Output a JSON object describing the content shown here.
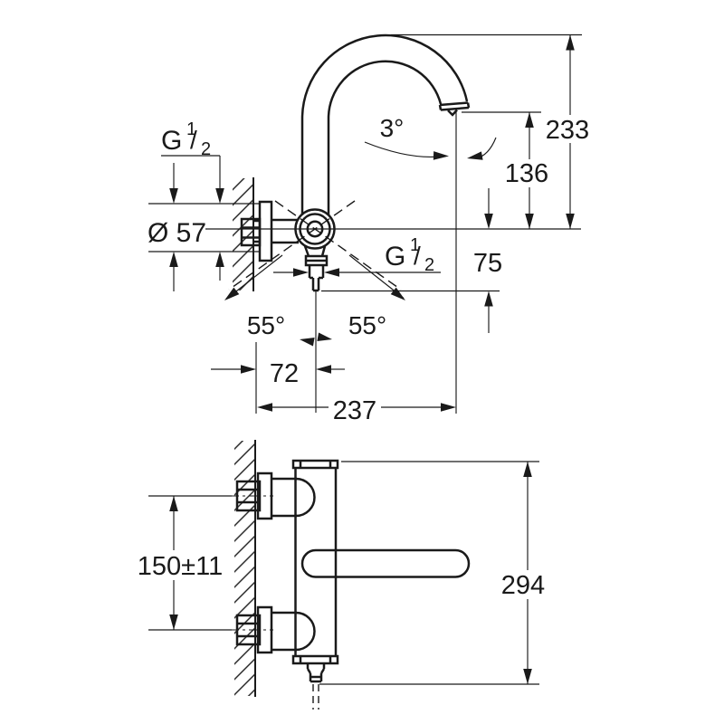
{
  "colors": {
    "ink": "#1a1a1a",
    "paper": "#ffffff"
  },
  "side_view": {
    "total_height": "233",
    "spout_height": "136",
    "outlet_drop": "75",
    "spout_angle": "3°",
    "swivel_left": "55°",
    "swivel_right": "55°",
    "wall_offset": "72",
    "reach": "237",
    "escutcheon_diameter": "Ø 57",
    "wall_thread": {
      "g": "G",
      "sup": "1",
      "slash": "/",
      "sub": "2"
    },
    "outlet_thread": {
      "g": "G",
      "sup": "1",
      "slash": "/",
      "sub": "2"
    }
  },
  "front_view": {
    "connection_centers": "150±11",
    "overall_height": "294"
  }
}
